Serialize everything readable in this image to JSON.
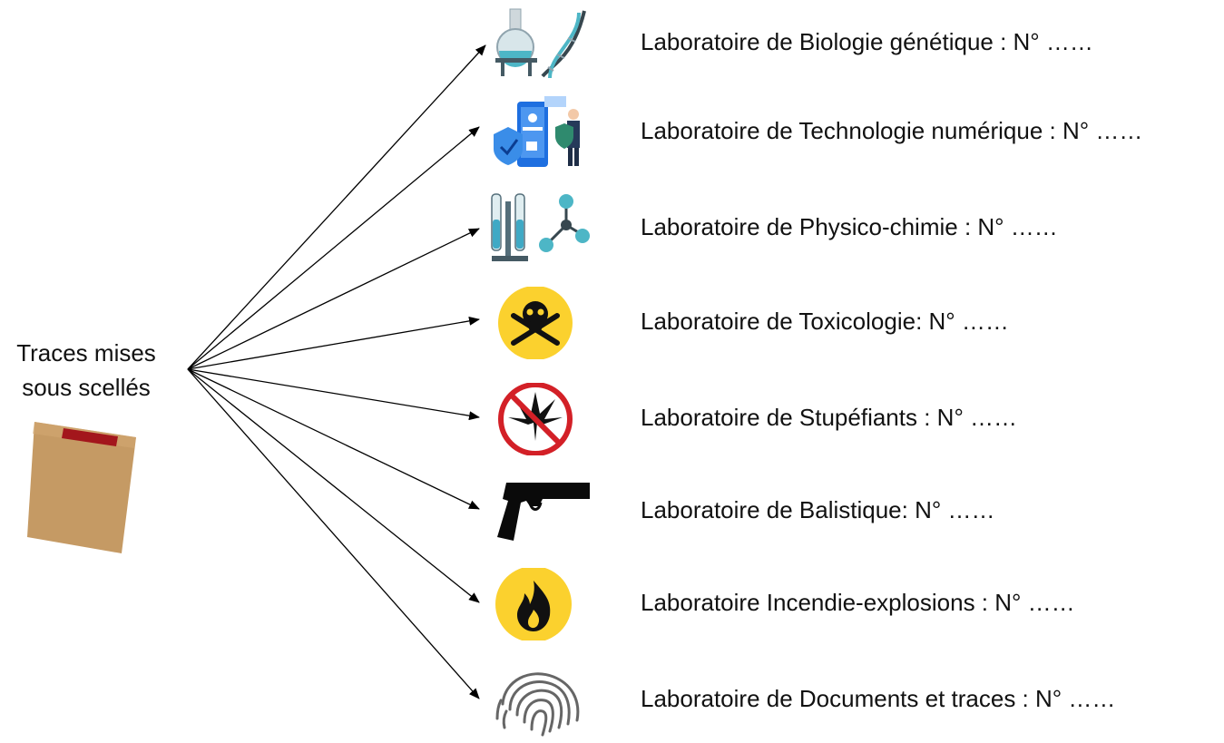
{
  "source": {
    "line1": "Traces mises",
    "line2": "sous scellés"
  },
  "labs": [
    {
      "label": "Laboratoire de Biologie génétique : N° ……",
      "icon": "flask-dna-icon"
    },
    {
      "label": "Laboratoire de Technologie numérique : N° ……",
      "icon": "phone-security-icon"
    },
    {
      "label": "Laboratoire de Physico-chimie : N° ……",
      "icon": "test-tubes-molecule-icon"
    },
    {
      "label": "Laboratoire de Toxicologie: N° ……",
      "icon": "skull-crossbones-icon"
    },
    {
      "label": "Laboratoire de Stupéfiants : N° ……",
      "icon": "no-cannabis-icon"
    },
    {
      "label": "Laboratoire de Balistique: N° ……",
      "icon": "pistol-icon"
    },
    {
      "label": "Laboratoire Incendie-explosions : N° ……",
      "icon": "flame-icon"
    },
    {
      "label": "Laboratoire de Documents et traces : N° ……",
      "icon": "fingerprint-icon"
    }
  ]
}
